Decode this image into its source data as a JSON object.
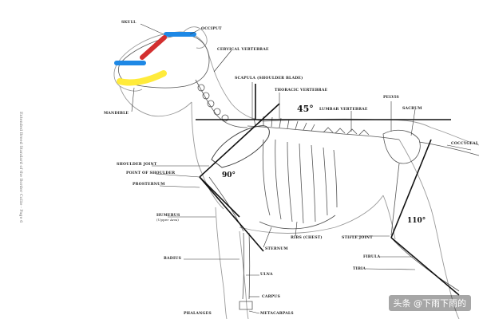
{
  "labels": {
    "skull": "SKULL",
    "occiput": "OCCIPUT",
    "cervical_vertebrae": "CERVICAL VERTEBRAE",
    "scapula": "SCAPULA (Shoulder Blade)",
    "thoracic_vertebrae": "THORACIC VERTEBRAE",
    "lumbar_vertebrae": "LUMBAR VERTEBRAE",
    "pelvis": "PELVIS",
    "sacrum": "SACRUM",
    "coccygeal": "COCCYGEAL",
    "mandible": "MANDIBLE",
    "shoulder_joint": "SHOULDER JOINT",
    "point_of_shoulder": "POINT OF SHOULDER",
    "prosternum": "PROSTERNUM",
    "humerus": "HUMERUS",
    "humerus_sub": "(Upper Arm)",
    "radius": "RADIUS",
    "sternum": "STERNUM",
    "ribs": "RIBS (CHEST)",
    "stifle_joint": "STIFLE JOINT",
    "fibula": "FIBULA",
    "tibia": "TIBIA",
    "ulna": "ULNA",
    "carpus": "CARPUS",
    "metacarpals": "METACARPALS",
    "phalanges": "PHALANGES"
  },
  "angles": {
    "top": "45°",
    "shoulder": "90°",
    "stifle": "110°"
  },
  "side_note": "Extended Breed Standard of the Border Collie - Page 6",
  "watermark": "头条 @下雨下雨的",
  "colors": {
    "occiput_bar": "#1e88e5",
    "muzzle_bar": "#1e88e5",
    "skull_bar": "#d32f2f",
    "mandible_bar": "#ffeb3b",
    "angle_lines": "#111111",
    "sketch": "#8a8a8a"
  }
}
